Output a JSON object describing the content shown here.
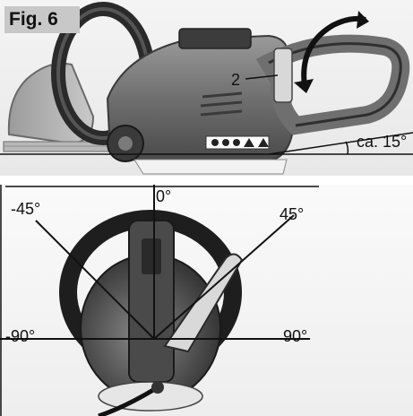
{
  "figure": {
    "label": "Fig. 6",
    "callout_number": "2",
    "tilt_angle_label": "ca. 15°",
    "rotation_angles": {
      "zero": "0°",
      "minus_45": "-45°",
      "plus_45": "45°",
      "minus_90": "-90°",
      "plus_90": "90°"
    }
  }
}
